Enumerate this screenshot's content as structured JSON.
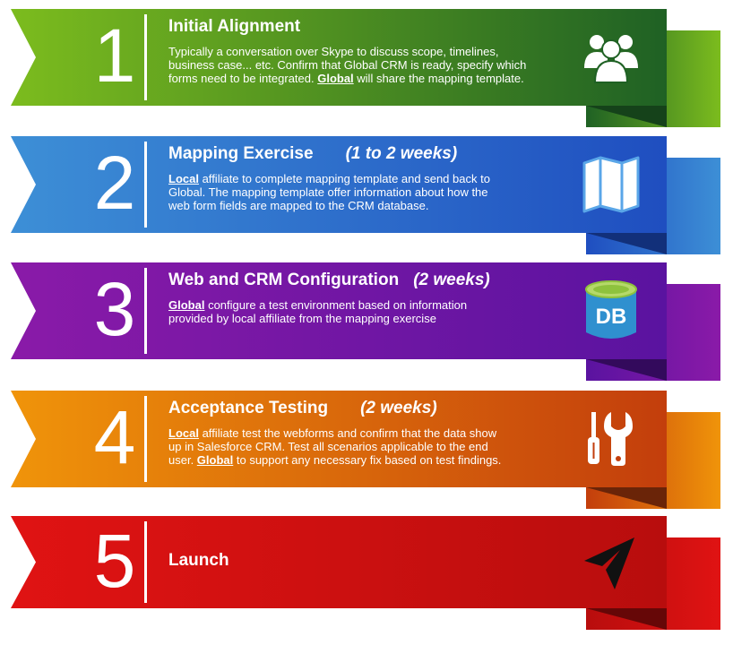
{
  "steps": [
    {
      "number": "1",
      "title": "Initial Alignment",
      "duration": "",
      "desc_lines": [
        [
          {
            "t": "Typically a conversation over Skype to discuss scope, timelines,"
          }
        ],
        [
          {
            "t": "business case... etc. Confirm that Global CRM is ready, specify which"
          }
        ],
        [
          {
            "t": "forms need to be integrated. "
          },
          {
            "t": "Global",
            "kw": true
          },
          {
            "t": " will share the mapping template."
          }
        ]
      ],
      "icon": "people-icon",
      "colors": {
        "light": "#7cbc1e",
        "dark": "#1f6124",
        "fold": "#15421a"
      }
    },
    {
      "number": "2",
      "title": "Mapping Exercise",
      "duration": "(1 to 2 weeks)",
      "desc_lines": [
        [
          {
            "t": "Local",
            "kw": true
          },
          {
            "t": " affiliate to complete mapping template and send back to"
          }
        ],
        [
          {
            "t": "Global. The mapping template offer information about how the"
          }
        ],
        [
          {
            "t": "web form fields are mapped to the CRM database."
          }
        ]
      ],
      "icon": "map-icon",
      "colors": {
        "light": "#3d8fd6",
        "dark": "#1f4ec0",
        "fold": "#12307a"
      }
    },
    {
      "number": "3",
      "title": "Web and CRM Configuration",
      "duration": "(2 weeks)",
      "desc_lines": [
        [
          {
            "t": "Global",
            "kw": true
          },
          {
            "t": " configure a test environment based on information"
          }
        ],
        [
          {
            "t": "provided by local affiliate from the mapping exercise"
          }
        ]
      ],
      "icon": "database-icon",
      "icon_text": "DB",
      "colors": {
        "light": "#8a1aa8",
        "dark": "#5a13a0",
        "fold": "#330a5c"
      }
    },
    {
      "number": "4",
      "title": "Acceptance Testing",
      "duration": "(2 weeks)",
      "desc_lines": [
        [
          {
            "t": "Local",
            "kw": true
          },
          {
            "t": " affiliate test the webforms and confirm that the data show"
          }
        ],
        [
          {
            "t": "up in Salesforce CRM. Test all scenarios applicable to the end"
          }
        ],
        [
          {
            "t": "user. "
          },
          {
            "t": "Global",
            "kw": true
          },
          {
            "t": " to support any necessary fix based on test findings."
          }
        ]
      ],
      "icon": "tools-icon",
      "colors": {
        "light": "#f0940a",
        "dark": "#c33e0c",
        "fold": "#6a2408"
      }
    },
    {
      "number": "5",
      "title": "Launch",
      "duration": "",
      "desc_lines": [],
      "icon": "paper-plane-icon",
      "colors": {
        "light": "#e01313",
        "dark": "#b80d0d",
        "fold": "#660707"
      }
    }
  ]
}
